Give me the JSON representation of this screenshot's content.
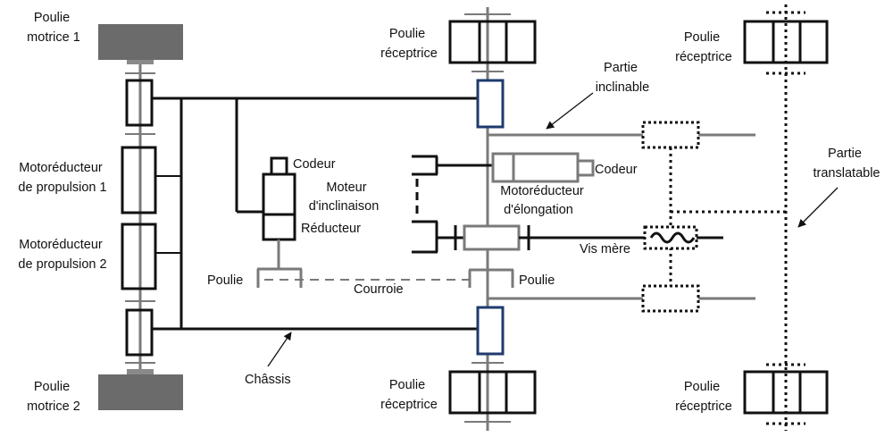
{
  "labels": {
    "drive_pulley_1": [
      "Poulie",
      "motrice 1"
    ],
    "drive_pulley_2": [
      "Poulie",
      "motrice 2"
    ],
    "receiver_top_mid": [
      "Poulie",
      "réceptrice"
    ],
    "receiver_top_right": [
      "Poulie",
      "réceptrice"
    ],
    "receiver_bottom_mid": [
      "Poulie",
      "réceptrice"
    ],
    "receiver_bottom_right": [
      "Poulie",
      "réceptrice"
    ],
    "propulsion_1": [
      "Motoréducteur",
      "de propulsion 1"
    ],
    "propulsion_2": [
      "Motoréducteur",
      "de propulsion 2"
    ],
    "tilting_part": [
      "Partie",
      "inclinable"
    ],
    "translatable_part": [
      "Partie",
      "translatable"
    ],
    "encoder_left": "Codeur",
    "tilt_motor": [
      "Moteur",
      "d'inclinaison"
    ],
    "reducer": "Réducteur",
    "elongation_motor": [
      "Motoréducteur",
      "d'élongation"
    ],
    "encoder_right": "Codeur",
    "lead_screw": "Vis mère",
    "pulley_left": "Poulie",
    "pulley_right": "Poulie",
    "belt": "Courroie",
    "chassis": "Châssis"
  },
  "colors": {
    "line": "#111111",
    "gray": "#7a7a7a",
    "drive_pulley_fill": "#6b6b6b",
    "receiver_fill": "#e0e0e0",
    "accent_blue": "#1f3a6e"
  }
}
